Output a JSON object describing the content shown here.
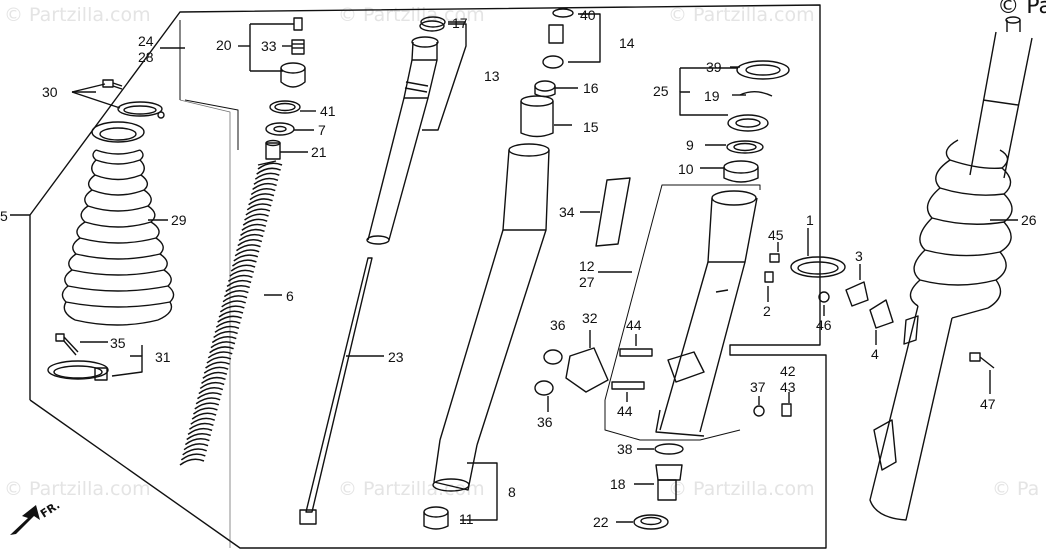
{
  "watermarks": {
    "text": "© Partzilla.com",
    "short": "© Pa"
  },
  "copyright_corner": "© Pa",
  "direction_label": "FR.",
  "part_numbers": {
    "p1": "1",
    "p2": "2",
    "p3": "3",
    "p4": "4",
    "p5": "5",
    "p6": "6",
    "p7": "7",
    "p8": "8",
    "p9": "9",
    "p10": "10",
    "p11": "11",
    "p1227": "12\n27",
    "p12": "12",
    "p27": "27",
    "p13": "13",
    "p14": "14",
    "p15": "15",
    "p16": "16",
    "p17": "17",
    "p18": "18",
    "p19": "19",
    "p20": "20",
    "p21": "21",
    "p22": "22",
    "p23": "23",
    "p24": "24",
    "p28": "28",
    "p25": "25",
    "p26": "26",
    "p29": "29",
    "p30": "30",
    "p31": "31",
    "p32": "32",
    "p33": "33",
    "p34": "34",
    "p35": "35",
    "p36a": "36",
    "p36b": "36",
    "p37": "37",
    "p38": "38",
    "p39": "39",
    "p40": "40",
    "p41": "41",
    "p42": "42",
    "p43": "43",
    "p44a": "44",
    "p44b": "44",
    "p45": "45",
    "p46": "46",
    "p47": "47"
  },
  "colors": {
    "ink": "#111111",
    "watermark": "#e4e4e4",
    "background": "#ffffff"
  }
}
